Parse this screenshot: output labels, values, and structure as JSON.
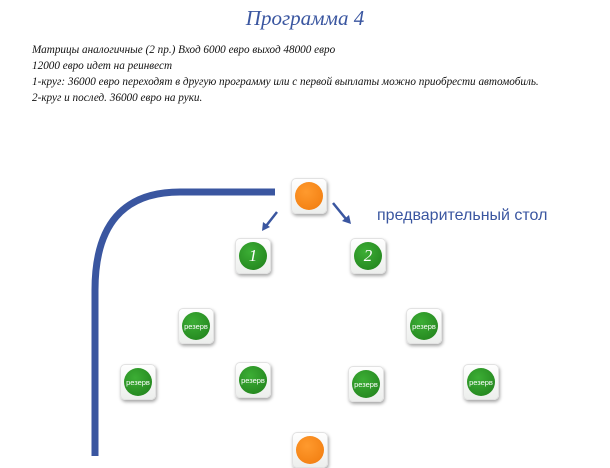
{
  "title": "Программа 4",
  "description": [
    "Матрицы аналогичные (2 пр.) Вход 6000 евро выход 48000 евро",
    "12000 евро идет на реинвест",
    "1-круг: 36000 евро переходят в другую программу или с первой выплаты можно приобрести автомобиль.",
    "2-круг и послед. 36000 евро на руки."
  ],
  "prelim_label": "предварительный стол",
  "nodes": {
    "top": "",
    "first": "1",
    "second": "2",
    "reserve_a": "резерв",
    "reserve_b": "резерв",
    "reserve_c": "резерв",
    "reserve_d": "резерв",
    "reserve_e": "резерв",
    "reserve_f": "резерв",
    "bottom": ""
  },
  "colors": {
    "accent_blue": "#3a56a0",
    "node_green": "#2a8f22",
    "node_orange": "#f28a1a"
  }
}
